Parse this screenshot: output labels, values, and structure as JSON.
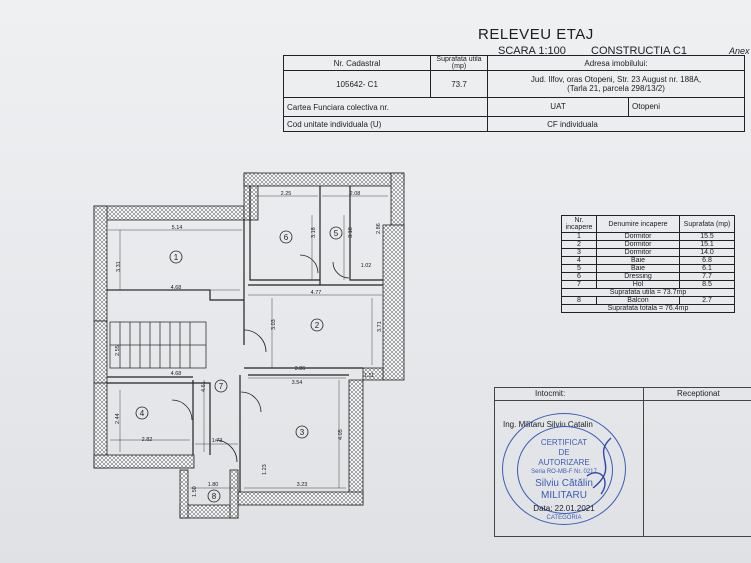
{
  "header": {
    "title": "RELEVEU ETAJ",
    "scale": "SCARA 1:100",
    "construction": "CONSTRUCTIA C1",
    "anexa": "Anex"
  },
  "info_table": {
    "cadastral_label": "Nr. Cadastral",
    "surface_label": "Suprafata utila (mp)",
    "address_label": "Adresa imobilului:",
    "cadastral_value": "105642- C1",
    "surface_value": "73.7",
    "address_line1": "Jud. Ilfov, oras Otopeni, Str. 23 August nr. 188A,",
    "address_line2": "(Tarla 21, parcela 298/13/2)",
    "carte_label": "Cartea Funciara colectiva nr.",
    "uat_label": "UAT",
    "uat_value": "Otopeni",
    "cod_label": "Cod unitate individuala (U)",
    "cf_label": "CF individuala"
  },
  "rooms_table": {
    "headers": [
      "Nr. incapere",
      "Denumire incapere",
      "Suprafata (mp)"
    ],
    "rows": [
      {
        "nr": "1",
        "name": "Dormitor",
        "area": "15.5"
      },
      {
        "nr": "2",
        "name": "Dormitor",
        "area": "15.1"
      },
      {
        "nr": "3",
        "name": "Dormitor",
        "area": "14.0"
      },
      {
        "nr": "4",
        "name": "Baie",
        "area": "6.8"
      },
      {
        "nr": "5",
        "name": "Baie",
        "area": "6.1"
      },
      {
        "nr": "6",
        "name": "Dressing",
        "area": "7.7"
      },
      {
        "nr": "7",
        "name": "Hol",
        "area": "8.5"
      }
    ],
    "useful_total": "Suprafata utila = 73.7mp",
    "balcony": {
      "nr": "8",
      "name": "Balcon",
      "area": "2.7"
    },
    "grand_total": "Suprafata totala = 76.4mp"
  },
  "signature": {
    "intocmit": "Intocmit:",
    "receptionat": "Receptionat",
    "engineer": "Ing. Militaru Silviu Catalin",
    "stamp_line1": "CERTIFICAT",
    "stamp_line2": "DE",
    "stamp_line3": "AUTORIZARE",
    "stamp_line4": "Seria RO-MB-F Nr. 0217",
    "stamp_line5": "Silviu Cătălin",
    "stamp_line6": "MILITARU",
    "stamp_line7": "Data: 22.01.2021",
    "stamp_ring": "CATEGORIA"
  },
  "plan": {
    "room_numbers": [
      "1",
      "2",
      "3",
      "4",
      "5",
      "6",
      "7",
      "8"
    ],
    "dims": {
      "d514": "5.14",
      "d225": "2.25",
      "d208": "2.08",
      "d318a": "3.18",
      "d318b": "3.18",
      "d286": "2.86",
      "d331": "3.31",
      "d102": "1.02",
      "d468a": "4.68",
      "d477": "4.77",
      "d303": "3.03",
      "d371": "3.71",
      "d255": "2.55",
      "d386": "3.86",
      "d468b": "4.68",
      "d111": "1.11",
      "d354": "3.54",
      "d461": "4.61",
      "d244": "2.44",
      "d282": "2.82",
      "d173": "1.73",
      "d405": "4.05",
      "d123": "1.23",
      "d180": "1.80",
      "d323": "3.23",
      "d150": "1.50"
    }
  }
}
